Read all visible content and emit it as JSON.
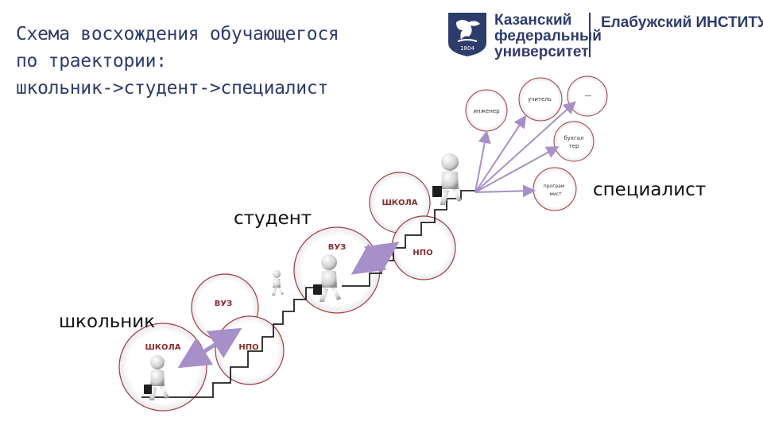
{
  "title": {
    "line1": "Схема восхождения обучающегося",
    "line2": "по траектории:",
    "line3": "школьник->студент->специалист"
  },
  "logo": {
    "university": [
      "Казанский",
      "федеральный",
      "университет"
    ],
    "institute": "Елабужский ИНСТИТУТ",
    "emblem_year": "1804"
  },
  "stage_labels": {
    "schoolboy": "школьник",
    "student": "студент",
    "specialist": "специалист"
  },
  "circles": {
    "school1": "ШКОЛА",
    "vuz1": "ВУЗ",
    "npo1": "НПО",
    "school2": "ШКОЛА",
    "vuz2": "ВУЗ",
    "npo2": "НПО",
    "engineer": "инженер",
    "teacher": "учитель",
    "dash": "—",
    "accountant_1": "бухгал",
    "accountant_2": "тер",
    "programmer_1": "програм",
    "programmer_2": "мист"
  },
  "colors": {
    "title": "#2e3c6c",
    "circle_stroke": "#a23a3a",
    "circle_text": "#8a2b2b",
    "arrow": "#a78fc8",
    "stairs": "#222222"
  }
}
